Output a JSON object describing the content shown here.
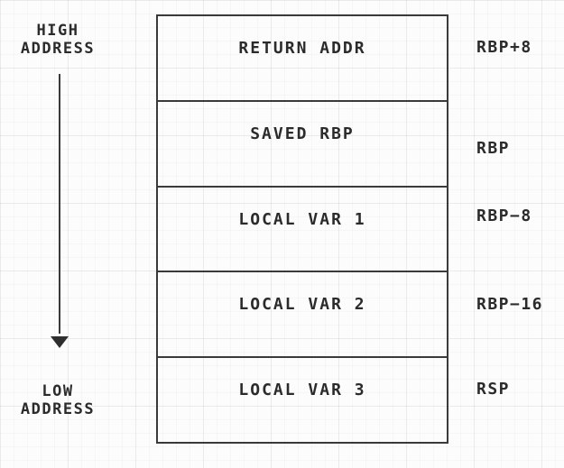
{
  "colors": {
    "background": "#fcfcfc",
    "grid_line": "#ededf0",
    "stroke": "#3a3a3a",
    "text": "#2b2b2b"
  },
  "axis": {
    "high": [
      "HIGH",
      "ADDRESS"
    ],
    "low": [
      "LOW",
      "ADDRESS"
    ],
    "direction_icon": "arrow-down"
  },
  "stack": {
    "cells": [
      {
        "label": "RETURN ADDR",
        "offset": "RBP+8"
      },
      {
        "label": "SAVED RBP",
        "offset": "RBP"
      },
      {
        "label": "LOCAL VAR 1",
        "offset": "RBP−8"
      },
      {
        "label": "LOCAL VAR 2",
        "offset": "RBP−16"
      },
      {
        "label": "LOCAL VAR 3",
        "offset": "RSP"
      }
    ]
  }
}
